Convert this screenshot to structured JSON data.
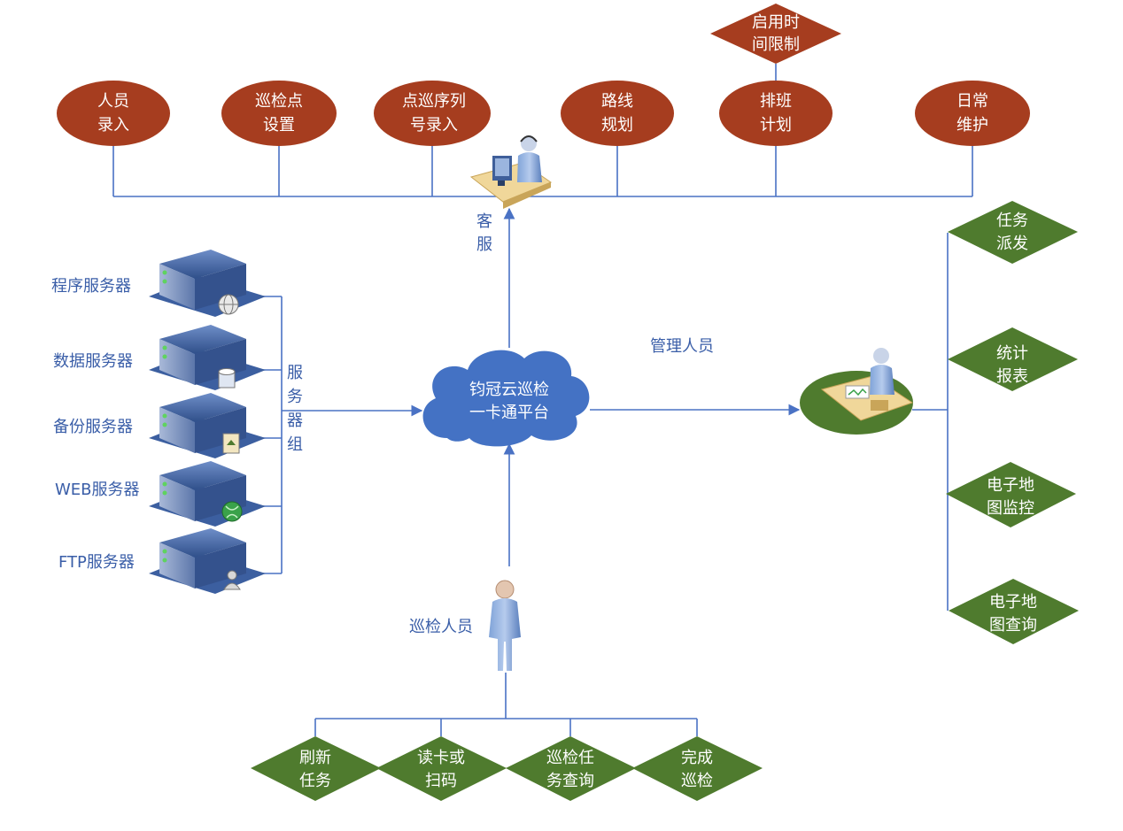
{
  "colors": {
    "oval_fill": "#a63d1f",
    "diamond_fill": "#4f7b2e",
    "cloud_fill": "#4472c4",
    "line": "#4a72c4",
    "label_blue": "#3a5ea8",
    "server_blue": "#3c5fa0"
  },
  "top_nodes": [
    {
      "l1": "人员",
      "l2": "录入"
    },
    {
      "l1": "巡检点",
      "l2": "设置"
    },
    {
      "l1": "点巡序列",
      "l2": "号录入"
    },
    {
      "l1": "路线",
      "l2": "规划"
    },
    {
      "l1": "排班",
      "l2": "计划"
    },
    {
      "l1": "日常",
      "l2": "维护"
    }
  ],
  "time_limit": {
    "l1": "启用时",
    "l2": "间限制"
  },
  "customer_service": {
    "l1": "客",
    "l2": "服"
  },
  "cloud": {
    "l1": "钧冠云巡检",
    "l2": "一卡通平台"
  },
  "servers": [
    {
      "label": "程序服务器",
      "icon": "globe-icon"
    },
    {
      "label": "数据服务器",
      "icon": "database-icon"
    },
    {
      "label": "备份服务器",
      "icon": "backup-icon"
    },
    {
      "label": "WEB服务器",
      "icon": "web-globe-icon"
    },
    {
      "label": "FTP服务器",
      "icon": "user-icon"
    }
  ],
  "server_group": {
    "c1": "服",
    "c2": "务",
    "c3": "器",
    "c4": "组"
  },
  "manager_label": "管理人员",
  "inspector_label": "巡检人员",
  "right_nodes": [
    {
      "l1": "任务",
      "l2": "派发"
    },
    {
      "l1": "统计",
      "l2": "报表"
    },
    {
      "l1": "电子地",
      "l2": "图监控"
    },
    {
      "l1": "电子地",
      "l2": "图查询"
    }
  ],
  "bottom_nodes": [
    {
      "l1": "刷新",
      "l2": "任务"
    },
    {
      "l1": "读卡或",
      "l2": "扫码"
    },
    {
      "l1": "巡检任",
      "l2": "务查询"
    },
    {
      "l1": "完成",
      "l2": "巡检"
    }
  ]
}
